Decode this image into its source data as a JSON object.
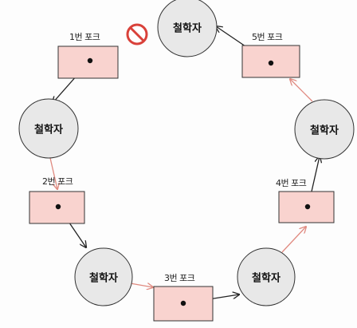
{
  "philosophers": [
    {
      "label": "철학자"
    },
    {
      "label": "철학자"
    },
    {
      "label": "철학자"
    },
    {
      "label": "철학자"
    },
    {
      "label": "철학자"
    }
  ],
  "forks": [
    {
      "label": "1번 포크"
    },
    {
      "label": "2번 포크"
    },
    {
      "label": "3번 포크"
    },
    {
      "label": "4번 포크"
    },
    {
      "label": "5번 포크"
    }
  ],
  "icons": {
    "blocked": "prohibited-icon"
  },
  "colors": {
    "circle_fill": "#e8e8e8",
    "fork_fill": "#f9d3cf",
    "holding_arrow": "#222222",
    "waiting_arrow": "#e08a80",
    "prohibited": "#d9413a"
  }
}
